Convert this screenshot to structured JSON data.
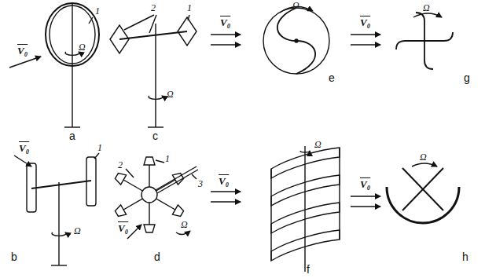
{
  "diagram": {
    "labels": [
      "1",
      "V₀",
      "Ω",
      "a",
      "2",
      "1",
      "Ω",
      "c",
      "V₀",
      "Ω",
      "e",
      "V₀",
      "Ω",
      "g",
      "V₀",
      "1",
      "Ω",
      "b",
      "1",
      "2",
      "3",
      "V₀",
      "Ω",
      "d",
      "V₀",
      "Ω",
      "f",
      "V₀",
      "Ω",
      "h"
    ]
  }
}
